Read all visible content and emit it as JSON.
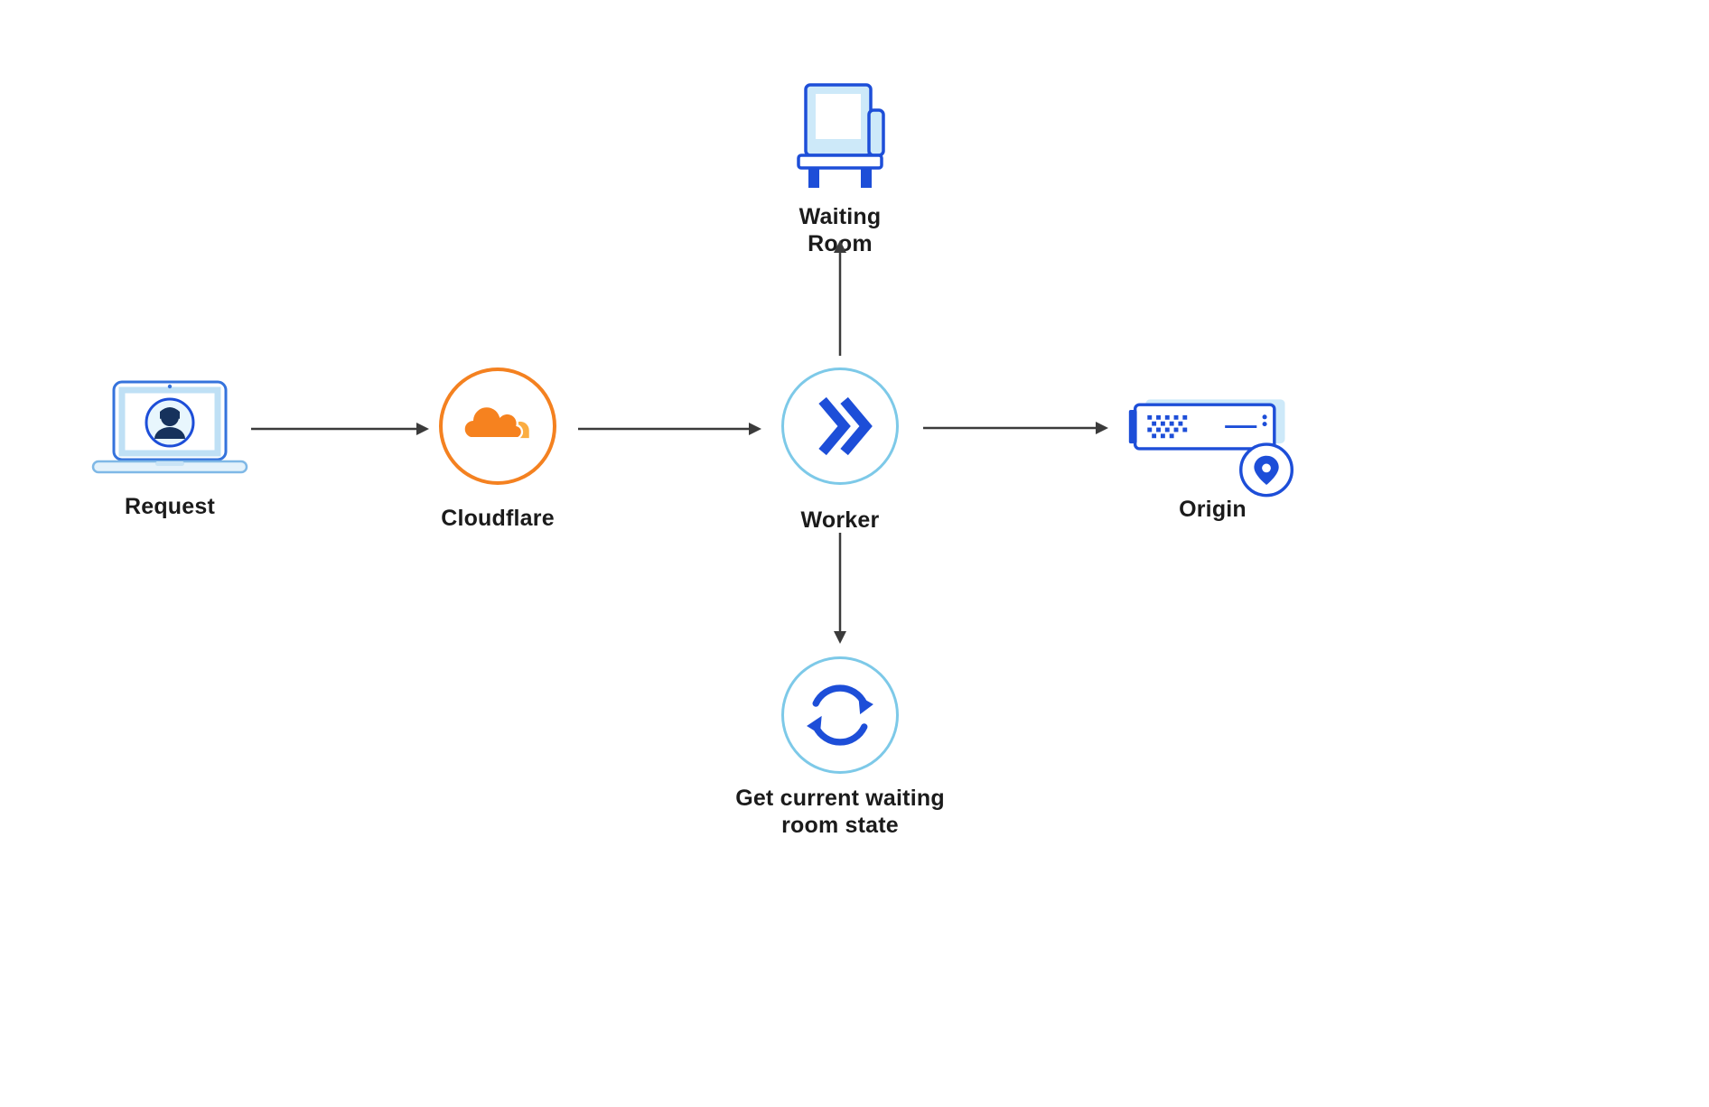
{
  "diagram": {
    "nodes": {
      "request": {
        "label": "Request",
        "icon": "laptop-user-icon"
      },
      "cloudflare": {
        "label": "Cloudflare",
        "icon": "cloudflare-logo-icon"
      },
      "worker": {
        "label": "Worker",
        "icon": "worker-chevrons-icon"
      },
      "waiting_room": {
        "label": "Waiting Room",
        "icon": "armchair-icon"
      },
      "origin": {
        "label": "Origin",
        "icon": "server-location-icon"
      },
      "waiting_state": {
        "label": "Get current waiting room state",
        "icon": "refresh-cycle-icon"
      }
    },
    "edges": [
      {
        "from": "request",
        "to": "cloudflare"
      },
      {
        "from": "cloudflare",
        "to": "worker"
      },
      {
        "from": "worker",
        "to": "waiting_room"
      },
      {
        "from": "worker",
        "to": "origin"
      },
      {
        "from": "worker",
        "to": "waiting_state"
      }
    ],
    "colors": {
      "cloudflare_orange": "#F6821F",
      "cloudflare_light_orange": "#FBAD41",
      "blue": "#1D4ED8",
      "ring_light_blue": "#7DC9E8",
      "icon_light_blue": "#CDE9F9",
      "navy": "#16325C",
      "arrow_gray": "#3B3B3B",
      "label_text": "#1B1B1B",
      "background": "#FFFFFF"
    }
  }
}
